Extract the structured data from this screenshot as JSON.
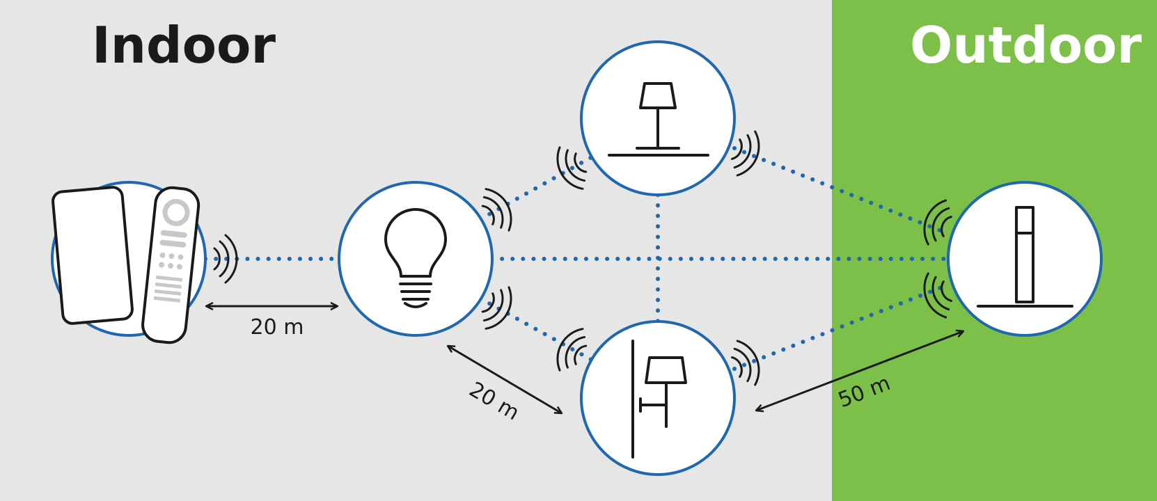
{
  "zones": {
    "indoor_label": "Indoor",
    "outdoor_label": "Outdoor",
    "indoor_color": "#e6e6e6",
    "outdoor_color": "#7cc04a"
  },
  "nodes": [
    {
      "id": "controllers",
      "icon": "phone-and-remote-icon"
    },
    {
      "id": "bulb",
      "icon": "light-bulb-icon"
    },
    {
      "id": "table-lamp",
      "icon": "table-lamp-icon"
    },
    {
      "id": "wall-lamp",
      "icon": "wall-lamp-icon"
    },
    {
      "id": "bollard",
      "icon": "bollard-light-icon"
    }
  ],
  "distances": {
    "controller_to_bulb": "20 m",
    "bulb_to_wall_lamp": "20 m",
    "wall_lamp_to_bollard": "50 m"
  },
  "colors": {
    "link": "#1f68b0",
    "node_stroke": "#1f68b0",
    "icon": "#1a1a1a"
  }
}
